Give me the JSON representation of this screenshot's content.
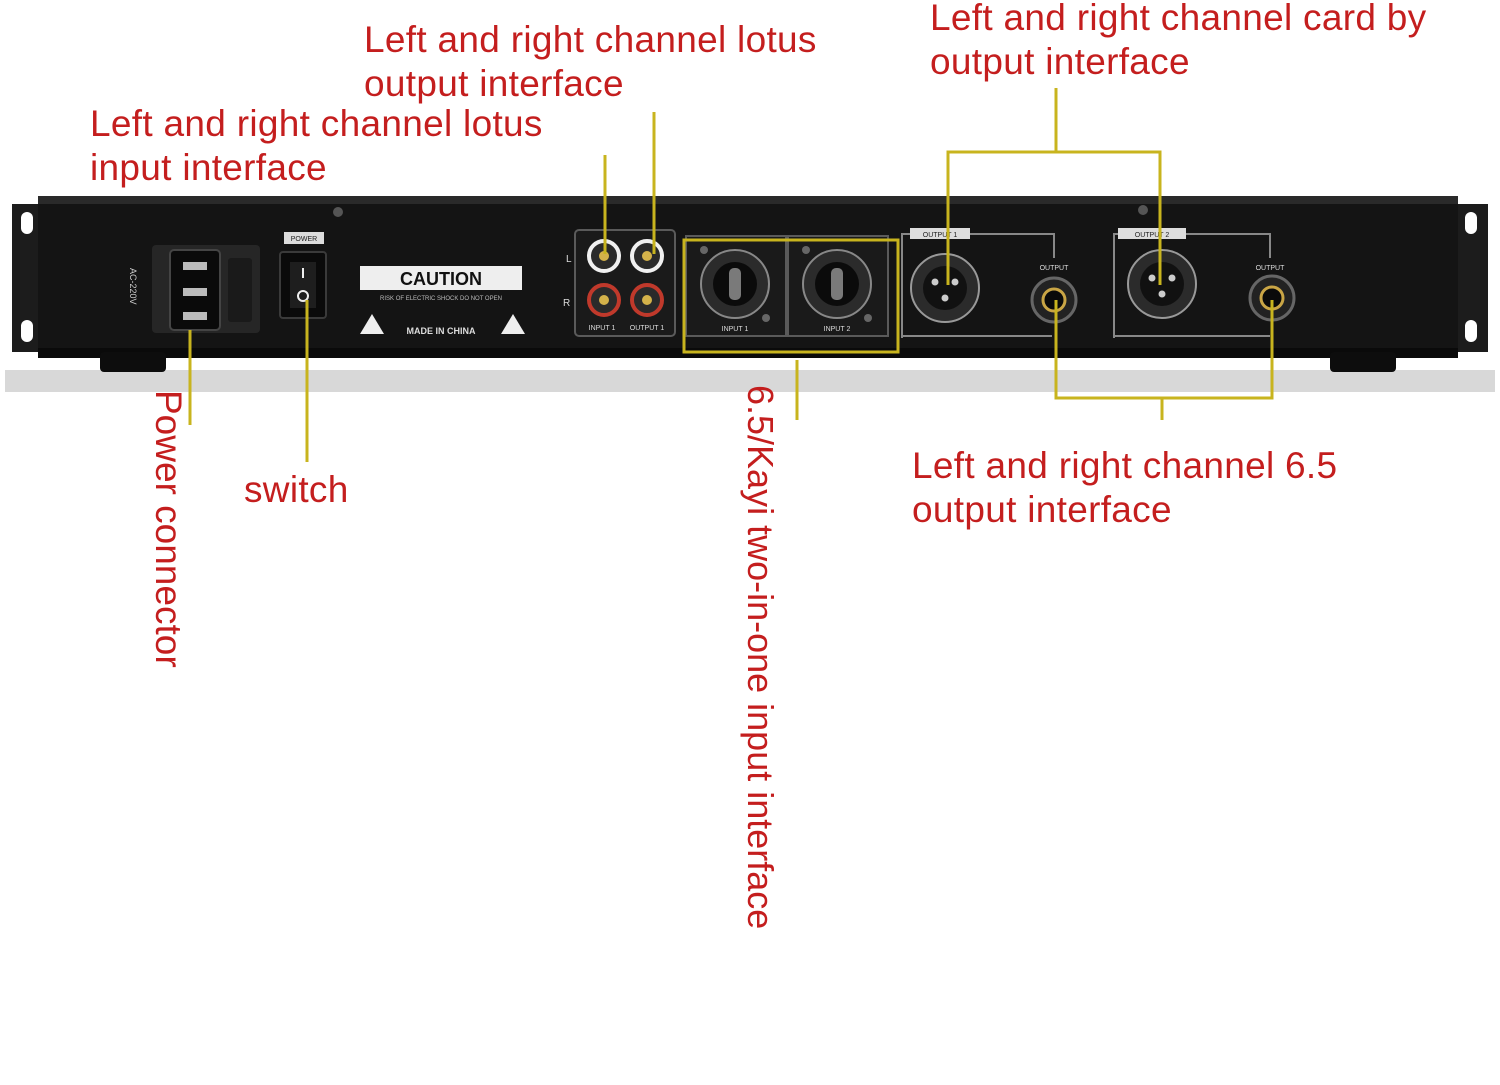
{
  "callouts": {
    "lotus_input": [
      "Left and right channel lotus",
      "input interface"
    ],
    "lotus_output": [
      "Left and right channel lotus",
      "output interface"
    ],
    "card_output": [
      "Left and right channel card by",
      "output interface"
    ],
    "power": "Power connector",
    "switch": "switch",
    "combo_input": "6.5/Kayi two-in-one input interface",
    "jack_output": [
      "Left and right channel 6.5",
      "output interface"
    ]
  },
  "panel": {
    "voltage": "AC-220V",
    "power_label": "POWER",
    "caution": "CAUTION",
    "caution_sub": "RISK OF ELECTRIC SHOCK DO NOT OPEN",
    "made_in": "MADE IN CHINA",
    "rca_left": "L",
    "rca_right": "R",
    "rca_in": "INPUT 1",
    "rca_out": "OUTPUT 1",
    "input1": "INPUT 1",
    "input2": "INPUT 2",
    "output1": "OUTPUT 1",
    "output2": "OUTPUT 2",
    "output_jack": "OUTPUT"
  },
  "colors": {
    "label_red": "#c41e1e",
    "leader_yellow": "#c8b41e",
    "chassis": "#141414"
  }
}
